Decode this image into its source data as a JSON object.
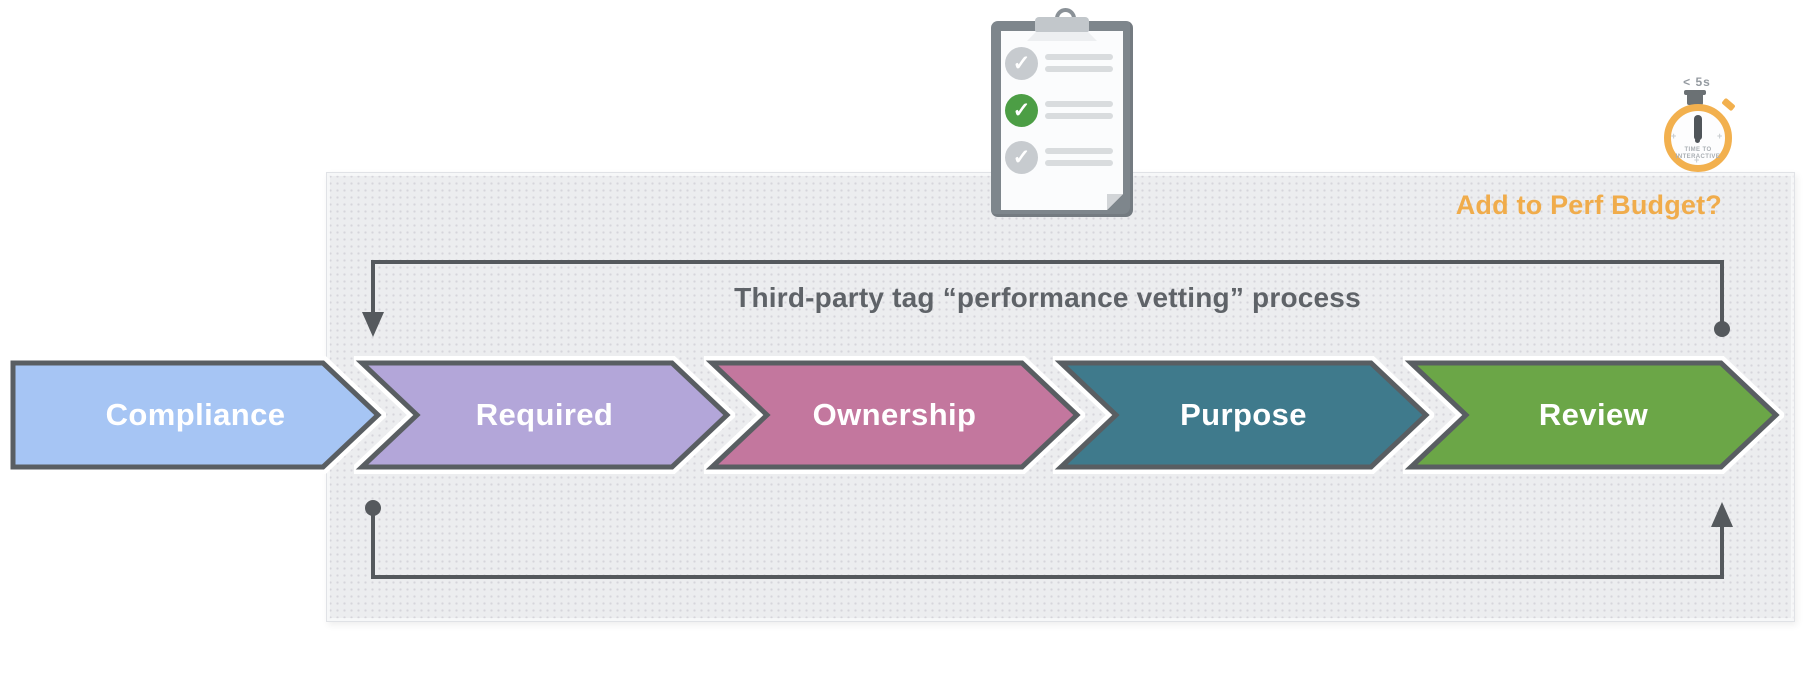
{
  "title": "Third-party tag “performance vetting” process",
  "perf_budget": {
    "label": "Add to Perf Budget?",
    "color": "#F0AC4B"
  },
  "stopwatch": {
    "caption": "< 5s",
    "dial_line1": "TIME TO",
    "dial_line2": "INTERACTIVE",
    "ring_color": "#F2B04E"
  },
  "clipboard": {
    "check_glyph": "✓",
    "items": [
      {
        "state": "checked-gray",
        "circle_color": "#C7CBCF"
      },
      {
        "state": "checked-green",
        "circle_color": "#4C9E45"
      },
      {
        "state": "checked-gray",
        "circle_color": "#C7CBCF"
      }
    ]
  },
  "stages": [
    {
      "label": "Compliance",
      "color": "#A6C5F4"
    },
    {
      "label": "Required",
      "color": "#B3A6D9"
    },
    {
      "label": "Ownership",
      "color": "#C3779E"
    },
    {
      "label": "Purpose",
      "color": "#3F7A8C"
    },
    {
      "label": "Review",
      "color": "#6BA647"
    }
  ],
  "colors": {
    "arrow_stroke": "#595E62",
    "connector": "#55595D"
  }
}
